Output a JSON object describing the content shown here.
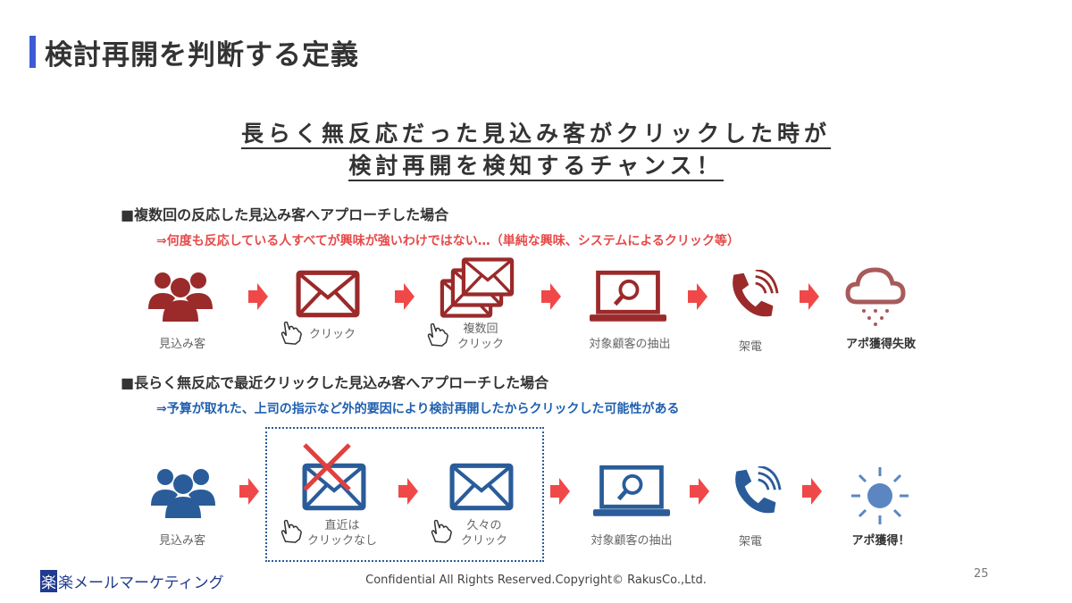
{
  "title": "検討再開を判断する定義",
  "headline": {
    "line1": "長らく無反応だった見込み客がクリックした時が",
    "line2": "検討再開を検知するチャンス！"
  },
  "section1": {
    "heading": "■複数回の反応した見込み客へアプローチした場合",
    "note": "⇒何度も反応している人すべてが興味が強いわけではない…（単純な興味、システムによるクリック等）",
    "steps": {
      "prospect": "見込み客",
      "click": "クリック",
      "multi1": "複数回",
      "multi2": "クリック",
      "extract": "対象顧客の抽出",
      "call": "架電",
      "result": "アポ獲得失敗"
    }
  },
  "section2": {
    "heading": "■長らく無反応で最近クリックした見込み客へアプローチした場合",
    "note": "⇒予算が取れた、上司の指示など外的要因により検討再開したからクリックした可能性がある",
    "steps": {
      "prospect": "見込み客",
      "noclick1": "直近は",
      "noclick2": "クリックなし",
      "click1": "久々の",
      "click2": "クリック",
      "extract": "対象顧客の抽出",
      "call": "架電",
      "result": "アポ獲得！"
    }
  },
  "footer": {
    "logo_box": "楽",
    "logo_text": "楽メールマーケティング",
    "confidential": "Confidential All Rights Reserved.Copyright© RakusCo.,Ltd.",
    "page": "25"
  },
  "colors": {
    "red": "#9b2a2a",
    "arrow": "#f04848",
    "blue": "#2a5c9a",
    "note_red": "#e64a4a",
    "note_blue": "#1f5fb0"
  }
}
